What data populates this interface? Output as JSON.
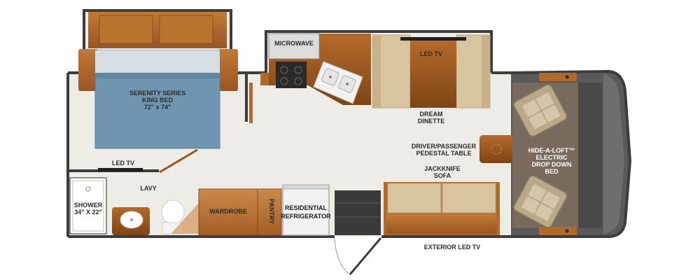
{
  "labels": {
    "bed_line1": "SERENITY SERIES",
    "bed_line2": "KING BED",
    "bed_line3": "72\" x 74\"",
    "microwave": "MICROWAVE",
    "led_tv_top": "LED TV",
    "dinette_line1": "DREAM",
    "dinette_line2": "DINETTE",
    "table_line1": "DRIVER/PASSENGER",
    "table_line2": "PEDESTAL TABLE",
    "sofa_line1": "JACKKNIFE",
    "sofa_line2": "SOFA",
    "loft_line1": "HIDE-A-LOFT™",
    "loft_line2": "ELECTRIC",
    "loft_line3": "DROP DOWN",
    "loft_line4": "BED",
    "led_tv_bedroom": "LED TV",
    "lavy": "LAVY",
    "shower_line1": "SHOWER",
    "shower_line2": "34\" X 22\"",
    "wardrobe": "WARDROBE",
    "pantry": "PANTRY",
    "fridge_line1": "RESIDENTIAL",
    "fridge_line2": "REFRIGERATOR",
    "exterior_tv": "EXTERIOR LED TV"
  },
  "colors": {
    "wall": "#3c3c3c",
    "floor": "#eeece6",
    "wood": "#b06a2c",
    "wood_light": "#c98a4a",
    "cushion": "#d9c4a0",
    "bed_blue": "#6f95b0",
    "dark_grey": "#4a4a4a",
    "cab_grey": "#6b6b6b"
  }
}
